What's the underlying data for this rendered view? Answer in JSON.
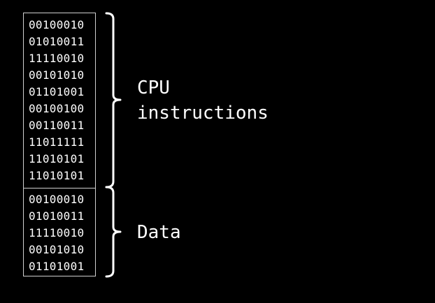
{
  "memory": {
    "instruction_words": [
      "00100010",
      "01010011",
      "11110010",
      "00101010",
      "01101001",
      "00100100",
      "00110011",
      "11011111",
      "11010101",
      "11010101"
    ],
    "data_words": [
      "00100010",
      "01010011",
      "11110010",
      "00101010",
      "01101001"
    ]
  },
  "labels": {
    "instructions_line1": "CPU",
    "instructions_line2": "instructions",
    "data": "Data"
  },
  "colors": {
    "background": "#000000",
    "foreground": "#ffffff",
    "border": "#d0d0d0"
  }
}
